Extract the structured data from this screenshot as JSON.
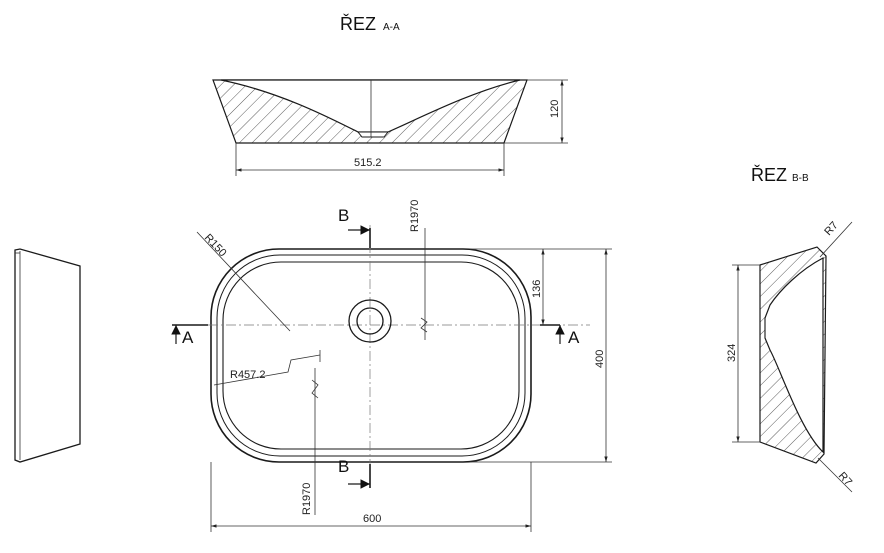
{
  "section_aa": {
    "title_main": "ŘEZ",
    "title_sub": "A-A",
    "dim_width": "515.2",
    "dim_height": "120"
  },
  "section_bb": {
    "title_main": "ŘEZ",
    "title_sub": "B-B",
    "dim_height": "324",
    "radius_top": "R7",
    "radius_bottom": "R7"
  },
  "plan": {
    "cut_label_b_top": "B",
    "cut_label_b_bottom": "B",
    "cut_label_a_left": "A",
    "cut_label_a_right": "A",
    "radius_corner": "R150",
    "radius_top": "R1970",
    "radius_bottom": "R1970",
    "radius_side": "R457.2",
    "dim_width": "600",
    "dim_height": "400",
    "dim_offset": "136"
  }
}
